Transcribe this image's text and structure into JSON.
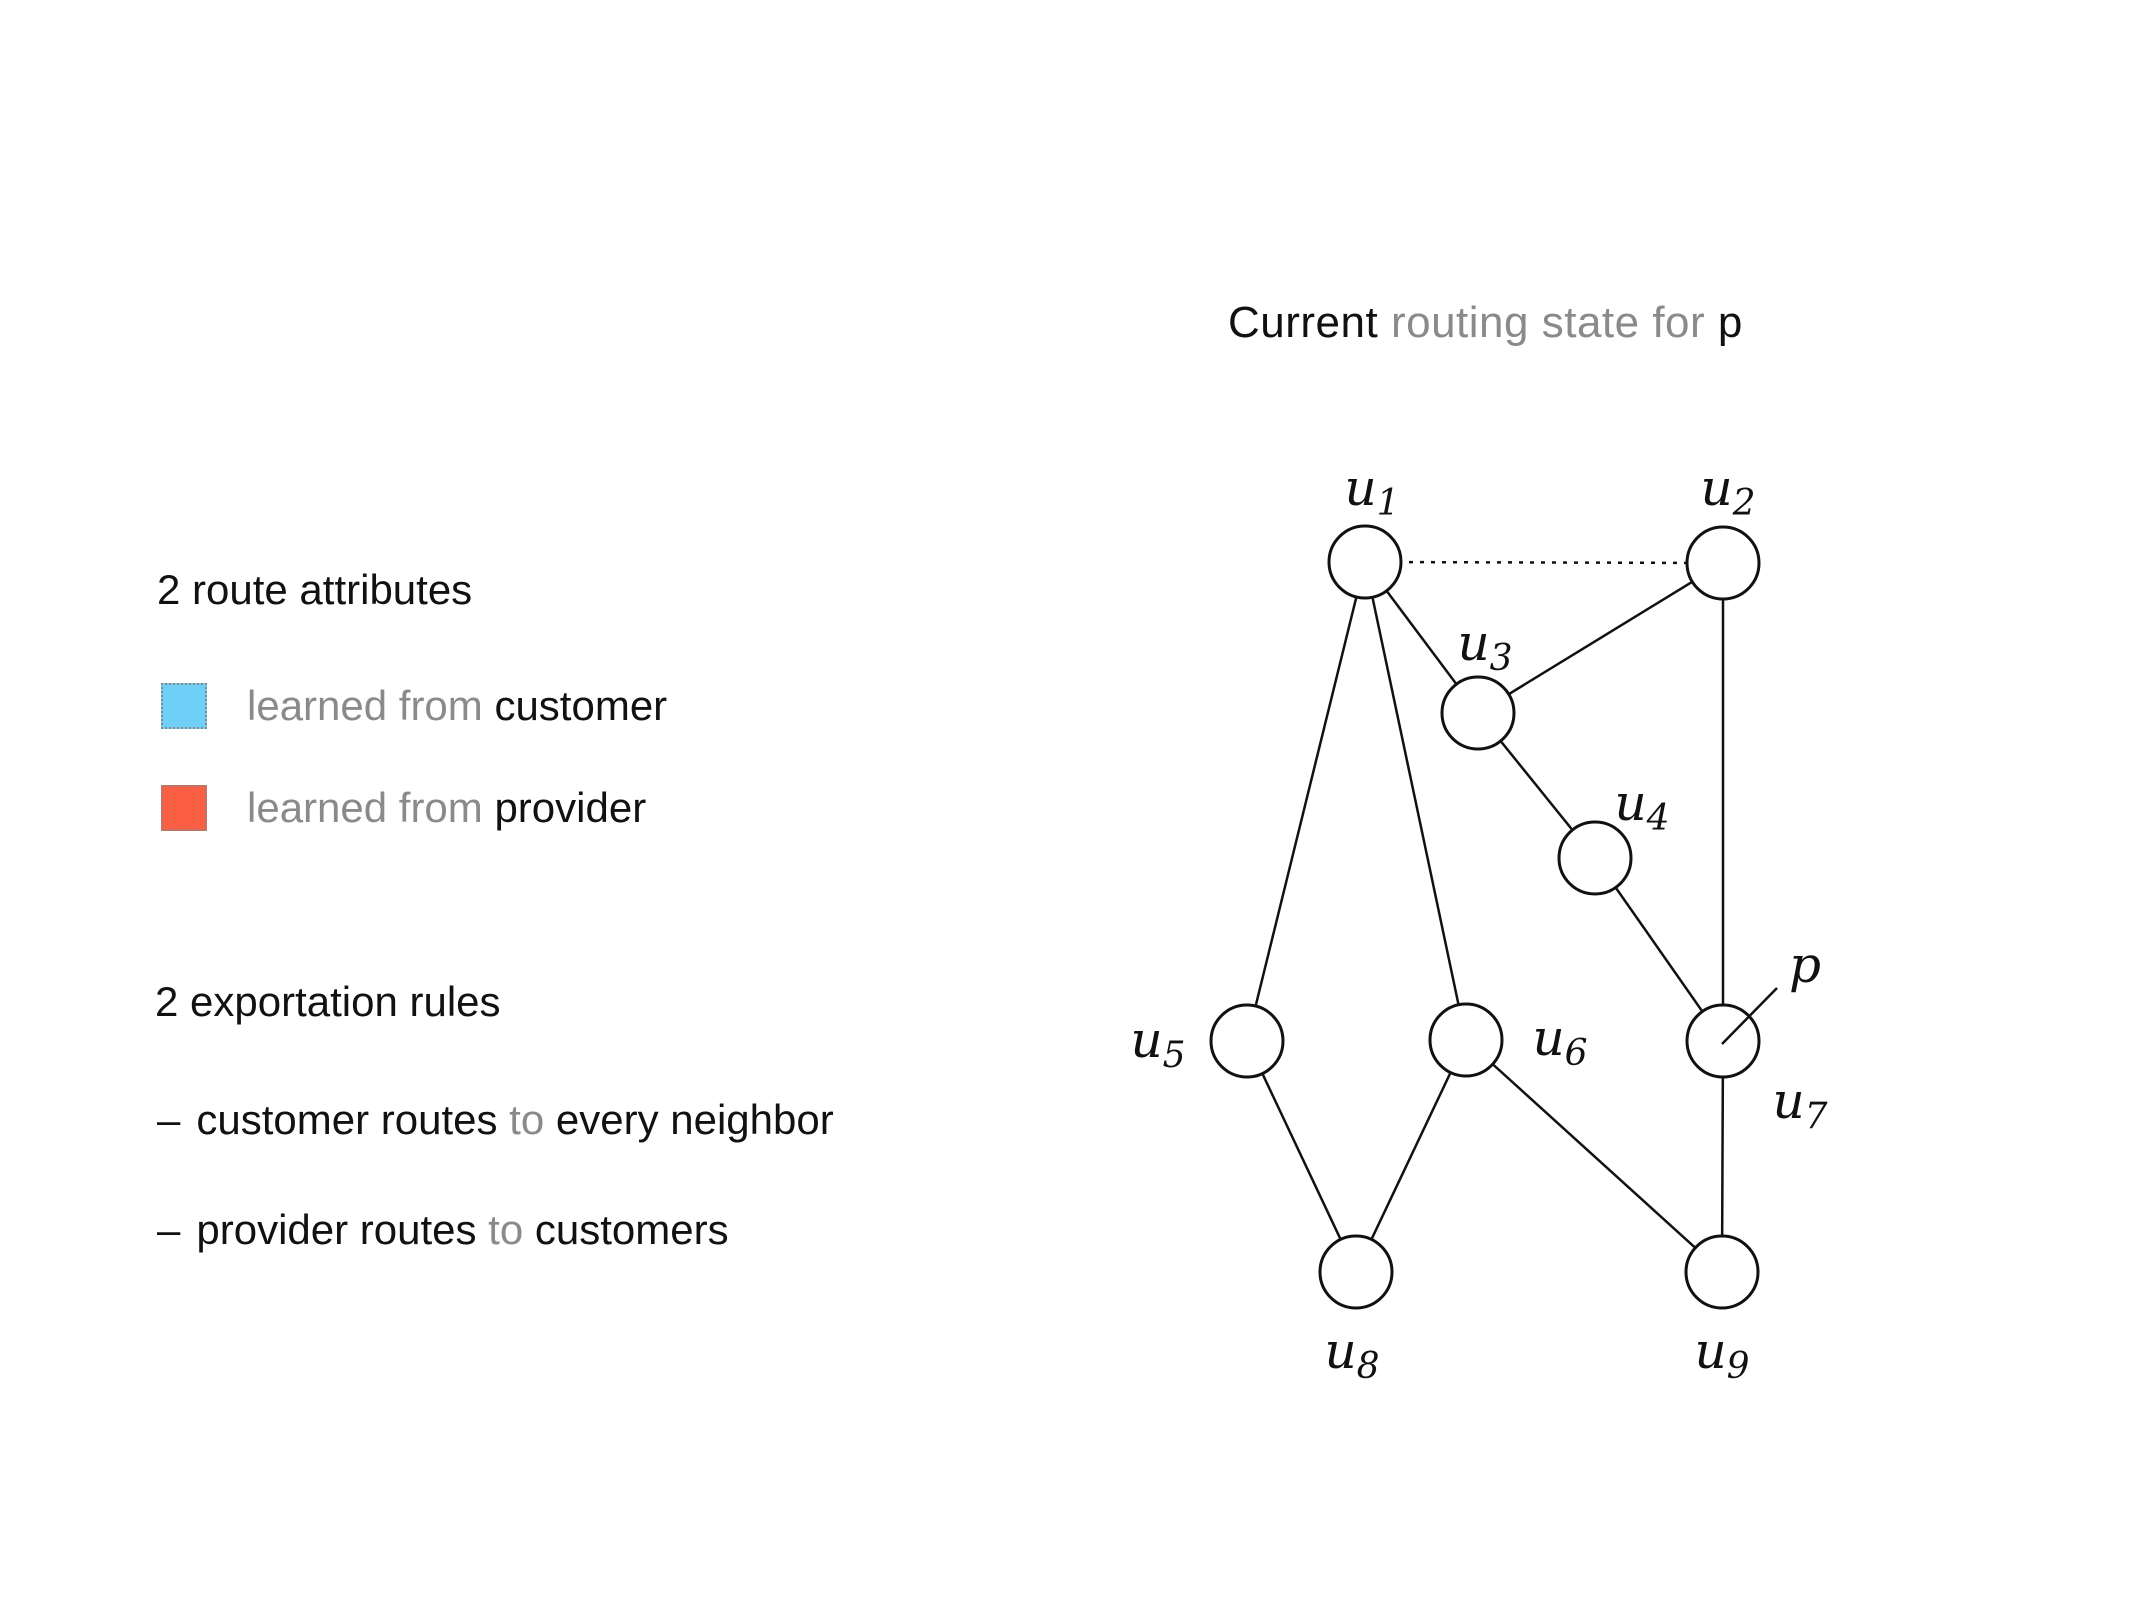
{
  "title": {
    "black_prefix": "Current",
    "gray_middle": "routing state for",
    "black_suffix": "p"
  },
  "route_attributes": {
    "heading": "2 route attributes",
    "legend": [
      {
        "name": "customer",
        "swatch_color": "#6fcff7",
        "gray_text": "learned from",
        "emph_text": "customer"
      },
      {
        "name": "provider",
        "swatch_color": "#fa5e43",
        "gray_text": "learned from",
        "emph_text": "provider"
      }
    ]
  },
  "exportation_rules": {
    "heading": "2 exportation rules",
    "bullets": [
      {
        "dash": "–",
        "pre": "customer routes",
        "gray": "to",
        "post": "every neighbor"
      },
      {
        "dash": "–",
        "pre": "provider routes",
        "gray": "to",
        "post": "customers"
      }
    ]
  },
  "graph": {
    "p_label": "p",
    "nodes": [
      {
        "id": "u1",
        "base": "u",
        "sub": "1"
      },
      {
        "id": "u2",
        "base": "u",
        "sub": "2"
      },
      {
        "id": "u3",
        "base": "u",
        "sub": "3"
      },
      {
        "id": "u4",
        "base": "u",
        "sub": "4"
      },
      {
        "id": "u5",
        "base": "u",
        "sub": "5"
      },
      {
        "id": "u6",
        "base": "u",
        "sub": "6"
      },
      {
        "id": "u7",
        "base": "u",
        "sub": "7"
      },
      {
        "id": "u8",
        "base": "u",
        "sub": "8"
      },
      {
        "id": "u9",
        "base": "u",
        "sub": "9"
      }
    ],
    "edges": [
      {
        "from": "u1",
        "to": "u2",
        "style": "dotted"
      },
      {
        "from": "u1",
        "to": "u3",
        "style": "solid"
      },
      {
        "from": "u1",
        "to": "u5",
        "style": "solid"
      },
      {
        "from": "u1",
        "to": "u6",
        "style": "solid"
      },
      {
        "from": "u2",
        "to": "u3",
        "style": "solid"
      },
      {
        "from": "u2",
        "to": "u7",
        "style": "solid"
      },
      {
        "from": "u3",
        "to": "u4",
        "style": "solid"
      },
      {
        "from": "u4",
        "to": "u7",
        "style": "solid"
      },
      {
        "from": "u5",
        "to": "u8",
        "style": "solid"
      },
      {
        "from": "u6",
        "to": "u8",
        "style": "solid"
      },
      {
        "from": "u6",
        "to": "u9",
        "style": "solid"
      },
      {
        "from": "u7",
        "to": "u9",
        "style": "solid"
      },
      {
        "from": "u7",
        "to": "p",
        "style": "pointer"
      }
    ]
  },
  "colors": {
    "customer_blue": "#6fcff7",
    "provider_red": "#fa5e43",
    "gray_text": "#8a8a8a",
    "line_black": "#111111"
  }
}
